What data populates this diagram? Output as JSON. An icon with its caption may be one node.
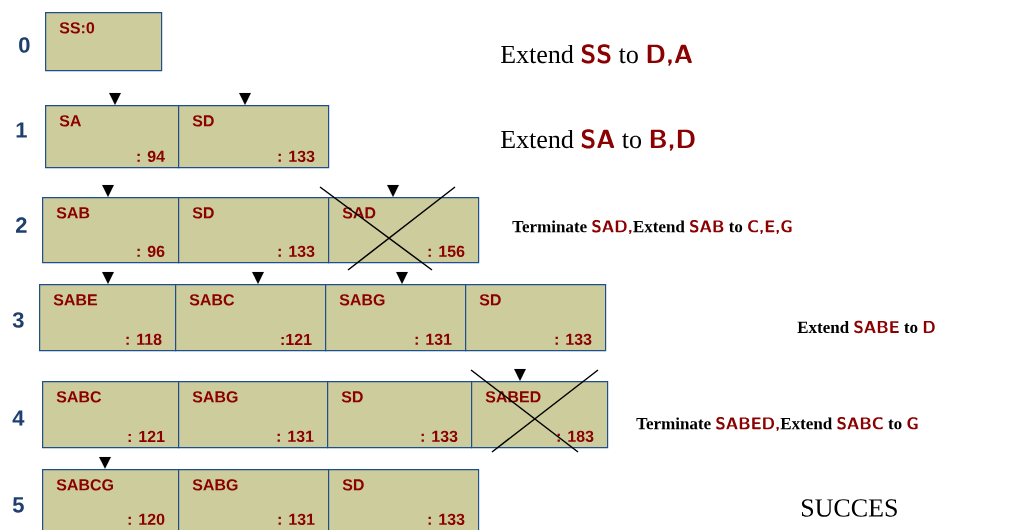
{
  "diagram": {
    "nodes": [
      {
        "text": [
          "SS:0"
        ]
      },
      {
        "text": [
          "SA",
          ": 94"
        ]
      },
      {
        "text": [
          "SD",
          ": 133"
        ]
      },
      {
        "text": [
          "SAB",
          ": 96"
        ]
      },
      {
        "text": [
          "SD",
          ": 133"
        ]
      },
      {
        "text": [
          "SAD",
          ": 156"
        ]
      },
      {
        "text": [
          "SABE",
          ": 118"
        ]
      },
      {
        "text": [
          "SABC",
          ":121"
        ]
      },
      {
        "text": [
          "SABG",
          ": 131"
        ]
      },
      {
        "text": [
          "SD",
          ": 133"
        ]
      },
      {
        "text": [
          "SABC",
          ": 121"
        ]
      },
      {
        "text": [
          "SABG",
          ": 131"
        ]
      },
      {
        "text": [
          "SD",
          ": 133"
        ]
      },
      {
        "text": [
          "SABED",
          ": 183"
        ]
      },
      {
        "text": [
          "SABCG",
          ": 120"
        ]
      },
      {
        "text": [
          "SABG",
          ": 131"
        ]
      },
      {
        "text": [
          "SD",
          ": 133"
        ]
      }
    ],
    "edges": [
      {
        "from": null,
        "to": 1,
        "arrow": "to"
      },
      {
        "from": null,
        "to": 2,
        "arrow": "to"
      },
      {
        "from": null,
        "to": 3,
        "arrow": "to"
      },
      {
        "from": null,
        "to": 5,
        "arrow": "to"
      },
      {
        "from": null,
        "to": 6,
        "arrow": "to"
      },
      {
        "from": null,
        "to": 7,
        "arrow": "to"
      },
      {
        "from": null,
        "to": 8,
        "arrow": "to"
      },
      {
        "from": null,
        "to": 13,
        "arrow": "to"
      },
      {
        "from": null,
        "to": 14,
        "arrow": "to"
      }
    ],
    "labels": [
      "0",
      "Extend **SS** to **D,A**",
      "1",
      "Extend **SA** to **B,D**",
      "2",
      "Terminate **SAD,**Extend **SAB** to **C,E,G**",
      "3",
      "Extend **SABE** to **D**",
      "4",
      "Terminate **SABED,**Extend **SABC** to **G**",
      "5",
      "SUCCES"
    ]
  }
}
